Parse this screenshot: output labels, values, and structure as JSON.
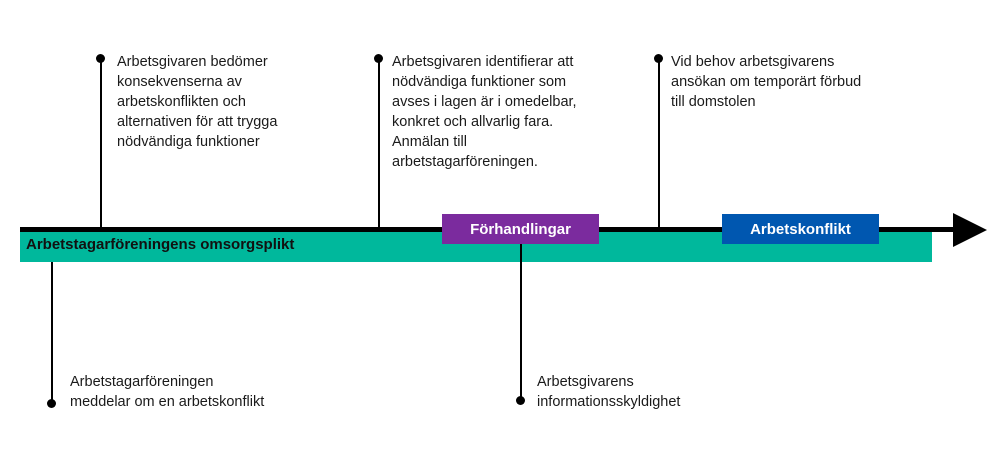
{
  "diagram": {
    "type": "timeline",
    "band": {
      "label": "Arbetstagarföreningens omsorgsplikt",
      "color": "#00b89c"
    },
    "phases": [
      {
        "label": "Förhandlingar",
        "color": "#7b2b9e"
      },
      {
        "label": "Arbetskonflikt",
        "color": "#0057b0"
      }
    ],
    "events_above": [
      {
        "text": "Arbetsgivaren bedömer\nkonsekvenserna av\narbetskonflikten och\nalternativen för att trygga\nnödvändiga funktioner"
      },
      {
        "text": "Arbetsgivaren identifierar att\nnödvändiga funktioner som\navses i lagen är i omedelbar,\nkonkret och allvarlig fara.\nAnmälan till\narbetstagarföreningen."
      },
      {
        "text": "Vid behov arbetsgivarens\nansökan om temporärt förbud\ntill domstolen"
      }
    ],
    "events_below": [
      {
        "text": "Arbetstagarföreningen\nmeddelar om en arbetskonflikt"
      },
      {
        "text": "Arbetsgivarens\ninformationsskyldighet"
      }
    ]
  }
}
